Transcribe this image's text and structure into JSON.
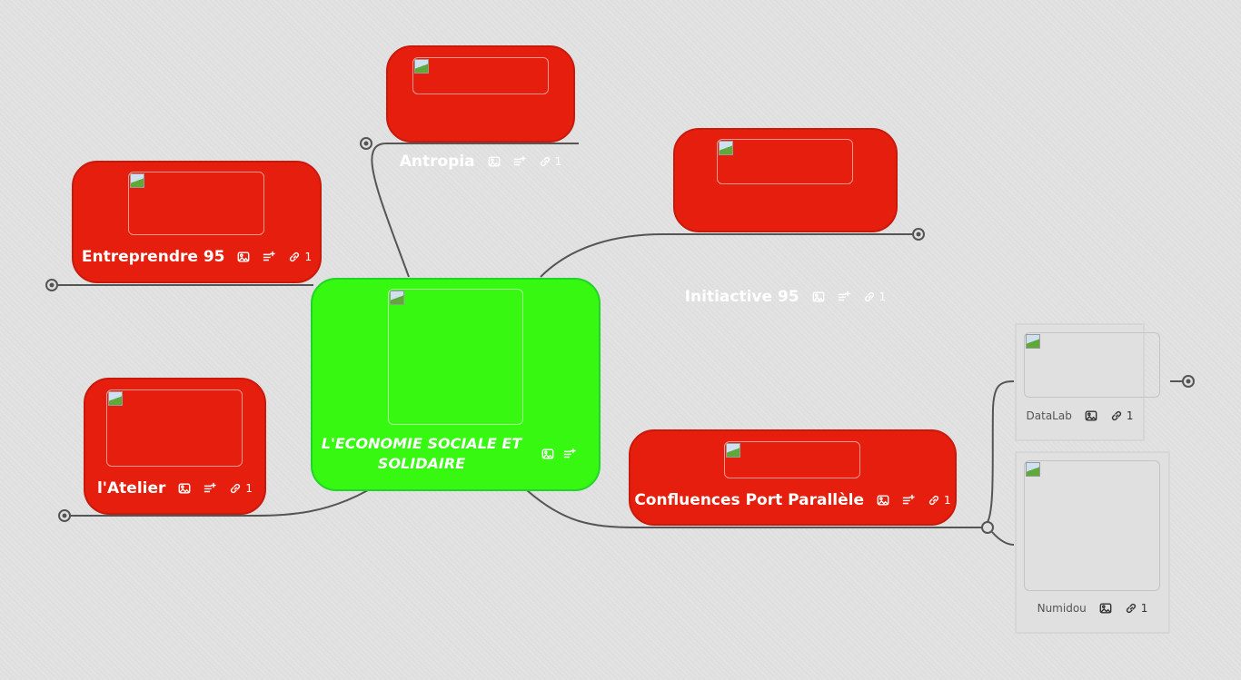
{
  "nodes": [
    {
      "id": "antropia",
      "label": "Antropia",
      "icons": [
        "image",
        "notes",
        "link"
      ],
      "link_count": "1",
      "style": "red"
    },
    {
      "id": "initiactive-95",
      "label": "Initiactive 95",
      "icons": [
        "image",
        "notes",
        "link"
      ],
      "link_count": "1",
      "style": "red"
    },
    {
      "id": "entreprendre-95",
      "label": "Entreprendre 95",
      "icons": [
        "image",
        "notes",
        "link"
      ],
      "link_count": "1",
      "style": "red"
    },
    {
      "id": "central-topic",
      "label": "L'ECONOMIE SOCIALE ET SOLIDAIRE",
      "icons": [
        "image",
        "notes"
      ],
      "style": "center"
    },
    {
      "id": "l-atelier",
      "label": "l'Atelier",
      "icons": [
        "image",
        "notes",
        "link"
      ],
      "link_count": "1",
      "style": "red"
    },
    {
      "id": "confluences-port-parallele",
      "label": "Confluences Port Parallèle",
      "icons": [
        "image",
        "notes",
        "link"
      ],
      "link_count": "1",
      "style": "red"
    },
    {
      "id": "datalab",
      "label": "DataLab",
      "icons": [
        "image",
        "link"
      ],
      "link_count": "1",
      "style": "gray"
    },
    {
      "id": "numidou",
      "label": "Numidou",
      "icons": [
        "image",
        "link"
      ],
      "link_count": "1",
      "style": "gray"
    }
  ],
  "colors": {
    "branch": "#e61e0e",
    "central": "#36f811",
    "sub": "#e0e0e0",
    "line": "#555555"
  }
}
